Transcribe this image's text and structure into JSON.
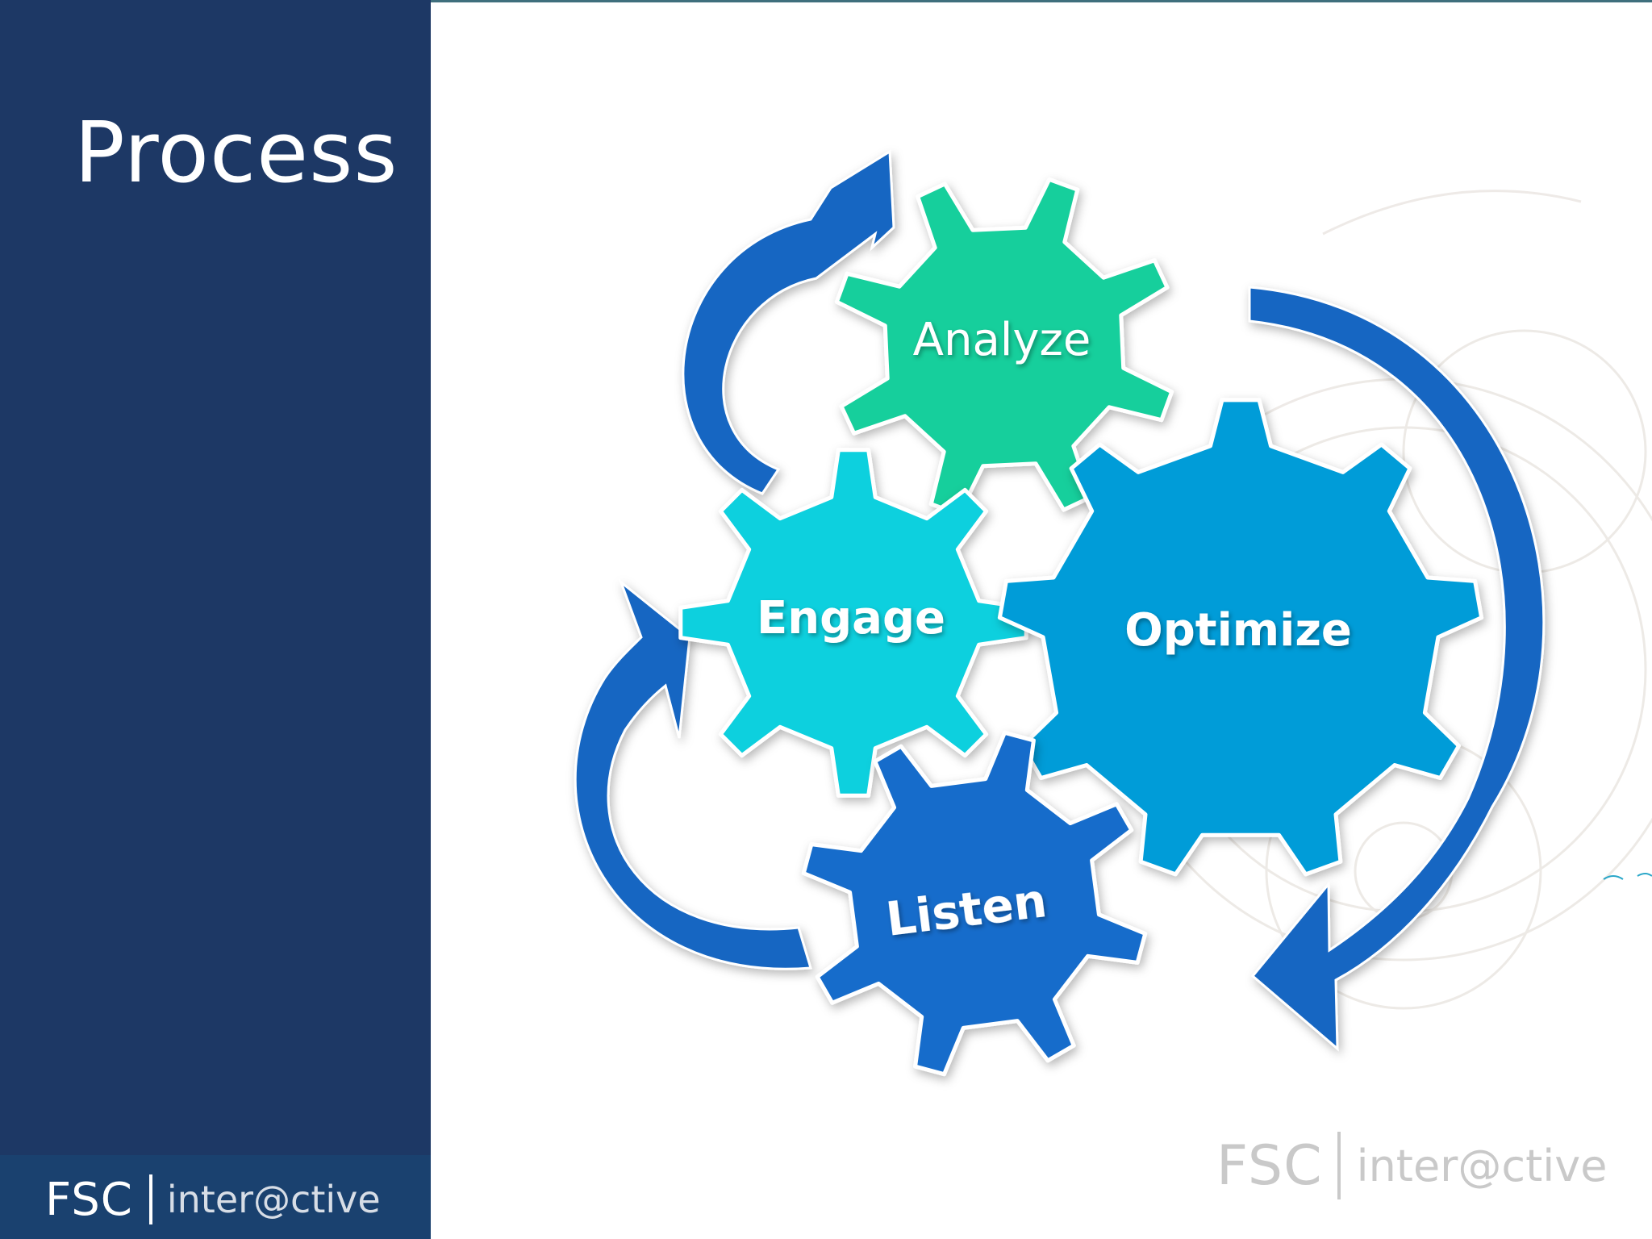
{
  "slide": {
    "title": "Process",
    "brand": {
      "left": "FSC",
      "right": "inter@ctive"
    },
    "watermark_brand": {
      "left": "FSC",
      "right": "inter@ctive"
    }
  },
  "gears": [
    {
      "label": "Analyze",
      "color": "#19cf9c"
    },
    {
      "label": "Engage",
      "color": "#11d0de"
    },
    {
      "label": "Optimize",
      "color": "#049cd8"
    },
    {
      "label": "Listen",
      "color": "#136ccb"
    }
  ],
  "arrow_color": "#1566c2",
  "colors": {
    "sidebar": "#1d3865",
    "footer_band": "#1a416f"
  }
}
